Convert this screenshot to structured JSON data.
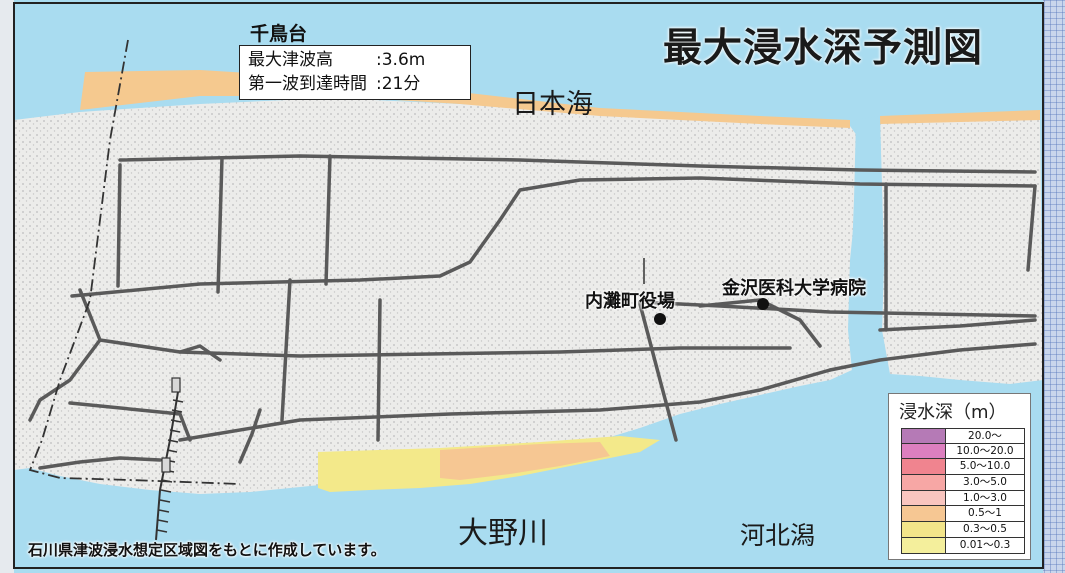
{
  "map": {
    "title": "最大浸水深予測図",
    "location": {
      "name": "千鳥台",
      "rows": [
        {
          "label": "最大津波高",
          "value": ":3.6m"
        },
        {
          "label": "第一波到達時間",
          "value": ":21分"
        }
      ]
    },
    "sea_label": "日本海",
    "facilities": [
      {
        "name": "内灘町役場"
      },
      {
        "name": "金沢医科大学病院"
      }
    ],
    "river_label": "大野川",
    "lagoon_label": "河北潟",
    "footnote": "石川県津波浸水想定区域図をもとに作成しています。",
    "colors": {
      "sea": "#a9dcf0",
      "land": "#f2f2f0",
      "roads": "#5a5a5a",
      "inundation_shallow": "#f3e98a",
      "inundation_mid": "#f5c98f"
    },
    "legend": {
      "title": "浸水深（m）",
      "items": [
        {
          "range": "20.0〜",
          "color": "#b57ab6"
        },
        {
          "range": "10.0〜20.0",
          "color": "#dc7fbf"
        },
        {
          "range": "5.0〜10.0",
          "color": "#f0848f"
        },
        {
          "range": "3.0〜5.0",
          "color": "#f7a7a5"
        },
        {
          "range": "1.0〜3.0",
          "color": "#f9c5bf"
        },
        {
          "range": "0.5〜1",
          "color": "#f6c793"
        },
        {
          "range": "0.3〜0.5",
          "color": "#f3e58a"
        },
        {
          "range": "0.01〜0.3",
          "color": "#f4ef9c"
        }
      ]
    }
  }
}
